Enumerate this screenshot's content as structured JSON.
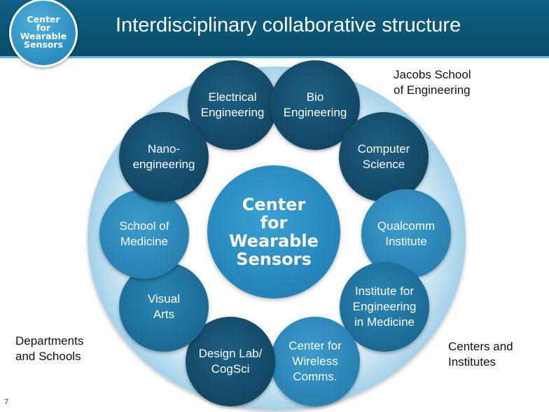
{
  "header": {
    "logo_text": "Center\nfor\nWearable\nSensors",
    "title": "Interdisciplinary collaborative structure"
  },
  "diagram": {
    "center_label": "Center\nfor\nWearable\nSensors",
    "nodes": [
      {
        "label": "Electrical\nEngineering"
      },
      {
        "label": "Bio\nEngineering"
      },
      {
        "label": "Computer\nScience"
      },
      {
        "label": "Qualcomm\nInstitute"
      },
      {
        "label": "Institute for\nEngineering\nin Medicine"
      },
      {
        "label": "Center for\nWireless\nComms."
      },
      {
        "label": "Design Lab/\nCogSci"
      },
      {
        "label": "Visual\nArts"
      },
      {
        "label": "School of\nMedicine"
      },
      {
        "label": "Nano-\nengineering"
      }
    ],
    "groups": {
      "jacobs": "Jacobs School\nof Engineering",
      "departments": "Departments\nand Schools",
      "centers": "Centers and\nInstitutes"
    }
  },
  "footer": {
    "page_number": "7"
  },
  "colors": {
    "header_bg": "#0a4d6b",
    "node_dark": "#0e3d57",
    "node_light": "#1f77a8",
    "center": "#1b78ad"
  }
}
